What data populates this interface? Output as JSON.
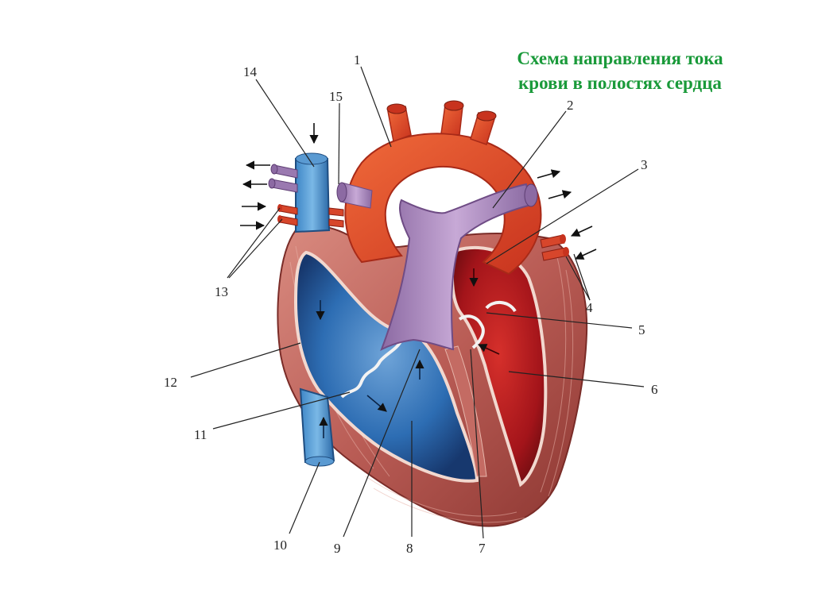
{
  "title": {
    "line1": "Схема направления тока",
    "line2": "крови в полостях сердца"
  },
  "labels": {
    "l1": "1",
    "l2": "2",
    "l3": "3",
    "l4": "4",
    "l5": "5",
    "l6": "6",
    "l7": "7",
    "l8": "8",
    "l9": "9",
    "l10": "10",
    "l11": "11",
    "l12": "12",
    "l13": "13",
    "l14": "14",
    "l15": "15"
  },
  "colors": {
    "title": "#1a9a3a",
    "venous_blue": "#2e6fb5",
    "arterial_red": "#c0201c",
    "aorta_orange": "#e8532a",
    "pulmonary_purple": "#a985b8",
    "myocardium": "#b85a55",
    "arrow": "#111111"
  }
}
